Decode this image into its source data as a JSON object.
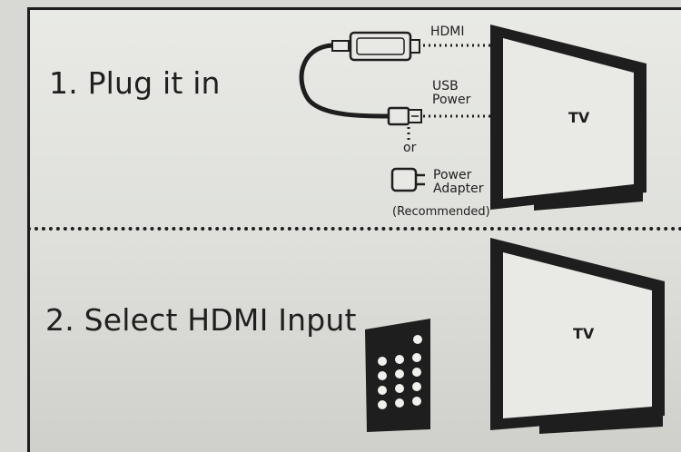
{
  "steps": {
    "step1": "1. Plug it in",
    "step2": "2. Select HDMI Input"
  },
  "connection": {
    "hdmi": "HDMI",
    "usb_line1": "USB",
    "usb_line2": "Power",
    "or": "or",
    "adapter_line1": "Power",
    "adapter_line2": "Adapter",
    "recommended": "(Recommended)"
  },
  "tv": {
    "top_label": "TV",
    "bottom_label": "TV"
  }
}
